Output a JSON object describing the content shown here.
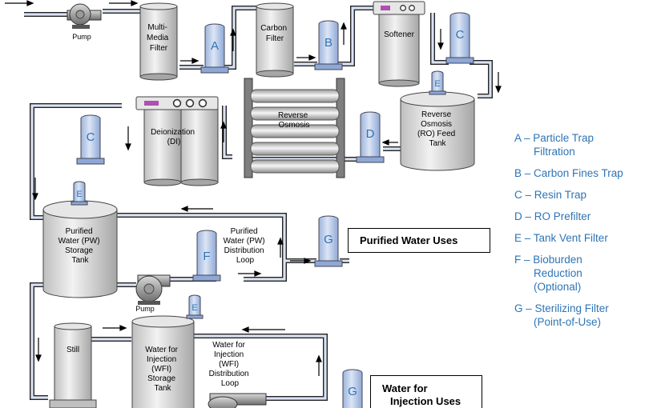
{
  "equipment": {
    "pump_top": "Pump",
    "multimedia_filter": [
      "Multi-",
      "Media",
      "Filter"
    ],
    "carbon_filter": [
      "Carbon",
      "Filter"
    ],
    "softener": "Softener",
    "reverse_osmosis": [
      "Reverse",
      "Osmosis"
    ],
    "ro_feed_tank": [
      "Reverse",
      "Osmosis",
      "(RO) Feed",
      "Tank"
    ],
    "deionization": [
      "Deionization",
      "(DI)"
    ],
    "pw_storage_tank": [
      "Purified",
      "Water (PW)",
      "Storage",
      "Tank"
    ],
    "pw_distribution_loop": [
      "Purified",
      "Water (PW)",
      "Distribution",
      "Loop"
    ],
    "pump_pw": "Pump",
    "still": "Still",
    "wfi_storage_tank": [
      "Water for",
      "Injection",
      "(WFI)",
      "Storage",
      "Tank"
    ],
    "wfi_distribution_loop": [
      "Water for",
      "Injection",
      "(WFI)",
      "Distribution",
      "Loop"
    ]
  },
  "filter_letters": {
    "after_multimedia": "A",
    "after_carbon": "B",
    "after_softener": "C",
    "ro_tank_vent": "E",
    "ro_prefilter": "D",
    "after_di": "C",
    "pw_tank_vent": "E",
    "pw_bioburden": "F",
    "pw_point_of_use": "G",
    "wfi_tank_vent": "E",
    "wfi_point_of_use": "G"
  },
  "uses": {
    "purified": "Purified  Water Uses",
    "injection": [
      "Water for",
      "Injection  Uses"
    ]
  },
  "legend": [
    {
      "lines": [
        "A – Particle Trap",
        "Filtration"
      ]
    },
    {
      "lines": [
        "B – Carbon Fines Trap"
      ]
    },
    {
      "lines": [
        "C – Resin Trap"
      ]
    },
    {
      "lines": [
        "D – RO Prefilter"
      ]
    },
    {
      "lines": [
        "E – Tank Vent Filter"
      ]
    },
    {
      "lines": [
        "F – Bioburden",
        "Reduction",
        "(Optional)"
      ]
    },
    {
      "lines": [
        "G – Sterilizing Filter",
        "(Point-of-Use)"
      ]
    }
  ],
  "colors": {
    "filter_fill": "#b4c7e7",
    "filter_letter": "#2e74b5",
    "vessel_fill": "#d9d9d9",
    "pipe_fill": "#dae3f3",
    "legend_text": "#2e74b5",
    "indicator": "#b050b0"
  }
}
